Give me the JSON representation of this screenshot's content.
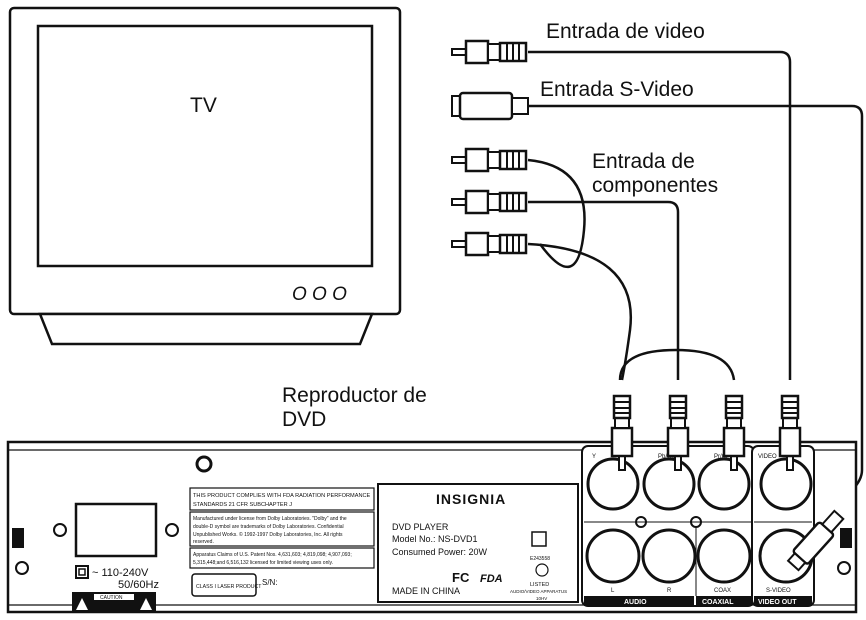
{
  "labels": {
    "tv": "TV",
    "video_in": "Entrada de video",
    "svideo_in": "Entrada S-Video",
    "component_in_1": "Entrada de",
    "component_in_2": "componentes",
    "dvd_1": "Reproductor de",
    "dvd_2": "DVD"
  },
  "tv_buttons": "O O O",
  "panel": {
    "brand": "INSIGNIA",
    "product": "DVD PLAYER",
    "model": "Model No.: NS-DVD1",
    "power": "Consumed Power: 20W",
    "origin": "MADE IN CHINA",
    "fcc": "FC",
    "fda": "FDA",
    "ul_code": "E243558",
    "ul_listed": "LISTED",
    "ul_category": "AUDIO/VIDEO APPARATUS",
    "ul_volt": "10HV",
    "voltage": "~ 110-240V",
    "frequency": "50/60Hz",
    "caution": "CAUTION",
    "laser": "CLASS I LASER PRODUCT",
    "serial": "S/N:",
    "compliance_1": "THIS PRODUCT COMPLIES WITH FDA RADIATION PERFORMANCE",
    "compliance_2": "STANDARDS 21 CFR SUBCHAPTER J",
    "dolby_1": "Manufactured under license from Dolby Laboratories. \"Dolby\" and the",
    "dolby_2": "double-D symbol are trademarks of Dolby Laboratories. Confidential",
    "dolby_3": "Unpublished Works. © 1992-1997 Dolby Laboratories, Inc. All rights",
    "dolby_4": "reserved.",
    "patent_1": "Apparatus Claims of U.S. Patent Nos. 4,631,603; 4,819,098; 4,907,093;",
    "patent_2": "5,315,448;and 6,516,132 licensed for limited viewing uses only."
  },
  "jacks": {
    "y": "Y",
    "pb": "Pb/Cb",
    "pr": "Pr/Cr",
    "l": "L",
    "r": "R",
    "coax": "COAX",
    "video": "VIDEO",
    "svideo": "S-VIDEO",
    "audio_bar": "AUDIO",
    "coaxial_bar": "COAXIAL",
    "videoout_bar": "VIDEO OUT"
  }
}
